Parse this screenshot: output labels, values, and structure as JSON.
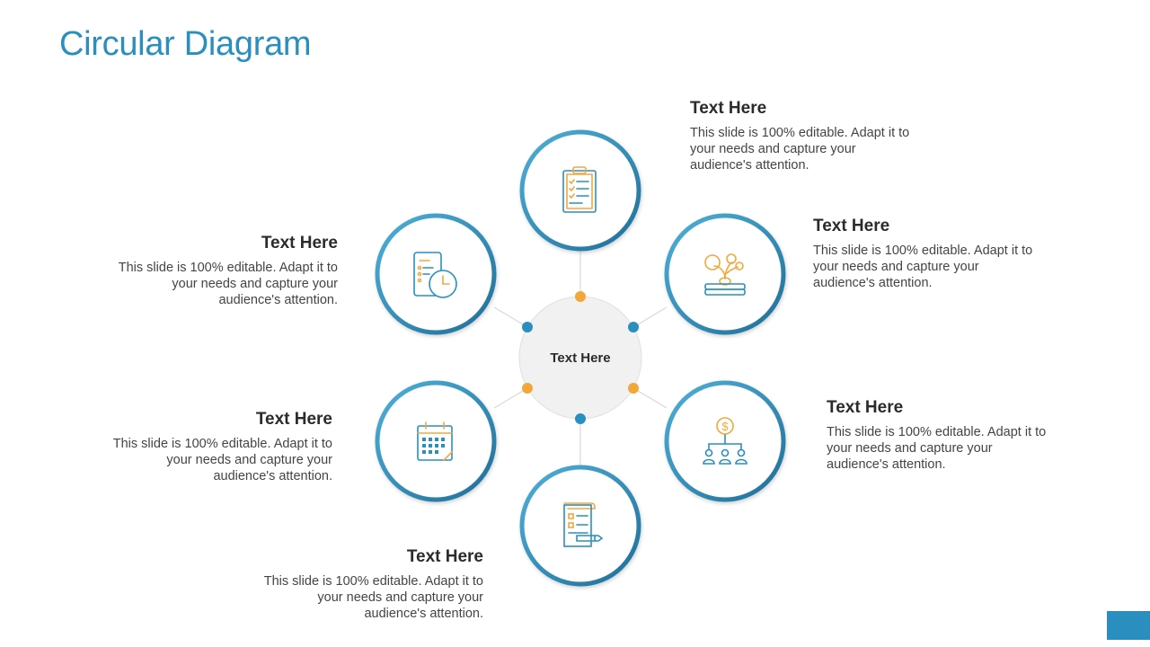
{
  "title": "Circular Diagram",
  "center": "Text Here",
  "accent": "#2a8fbf",
  "dot_colors": [
    "#f2a73b",
    "#2a8fbf"
  ],
  "nodes": [
    {
      "icon": "clipboard-checklist-icon",
      "heading": "Text Here",
      "body": "This slide is 100% editable. Adapt it to your needs and capture your audience's attention."
    },
    {
      "icon": "plant-coins-icon",
      "heading": "Text Here",
      "body": "This slide is 100% editable. Adapt it to your needs and capture your audience's attention."
    },
    {
      "icon": "money-hierarchy-icon",
      "heading": "Text Here",
      "body": "This slide is 100% editable. Adapt it to your needs and capture your audience's attention."
    },
    {
      "icon": "document-pen-icon",
      "heading": "Text Here",
      "body": "This slide is 100% editable. Adapt it to your needs and capture your audience's attention."
    },
    {
      "icon": "calendar-icon",
      "heading": "Text Here",
      "body": "This slide is 100% editable. Adapt it to your needs and capture your audience's attention."
    },
    {
      "icon": "schedule-clock-icon",
      "heading": "Text Here",
      "body": "This slide is 100% editable. Adapt it to your needs and capture your audience's attention."
    }
  ]
}
